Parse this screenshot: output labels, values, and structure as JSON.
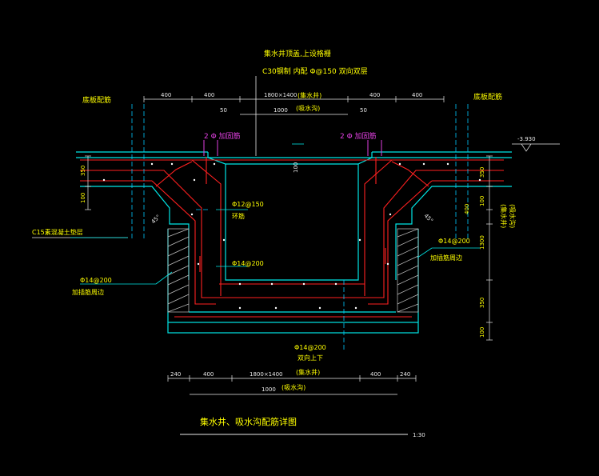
{
  "drawing": {
    "title": "集水井、吸水沟配筋详图",
    "scale": "1:30",
    "elevation": "-3.930",
    "notes": {
      "cover_title": "集水井顶盖,上设格栅",
      "cover_spec": "C30钢制 内配 Φ@150 双向双层",
      "bottom_bar_left": "底板配筋",
      "bottom_bar_right": "底板配筋",
      "pit_top": "(集水井)",
      "trench_top": "(吸水沟)",
      "add_bar_left": "2 Φ 加固筋",
      "add_bar_right": "2 Φ 加固筋",
      "rebar_12": "Φ12@150",
      "ring": "环筋",
      "rebar_14_mid": "Φ14@200",
      "c15": "C15素混凝土垫层",
      "rebar_14_left": "Φ14@200",
      "add_around_left": "加插筋周边",
      "rebar_14_right": "Φ14@200",
      "add_around_right": "加插筋周边",
      "rebar_bottom": "Φ14@200",
      "both_way": "双向上下",
      "pit_bottom": "(集水井)",
      "trench_bottom": "(吸水沟)",
      "pit_right_v": "(集水井)",
      "trench_right_v": "(吸水沟)",
      "angle_left": "45°",
      "angle_right": "45°"
    },
    "top_dims": {
      "d1": "400",
      "d2": "400",
      "d3": "1800×1400",
      "d4": "400",
      "d5": "400",
      "d6": "1000",
      "d7": "50",
      "d8": "50",
      "d9": "100"
    },
    "bottom_dims": {
      "d1": "240",
      "d2": "400",
      "d3": "1800×1400",
      "d4": "400",
      "d5": "240",
      "d6": "1000"
    },
    "left_dims": {
      "d1": "350",
      "d2": "100"
    },
    "right_dims": {
      "d1": "350",
      "d2": "400",
      "d3": "100",
      "d4": "1300",
      "d5": "350",
      "d6": "100"
    },
    "colors": {
      "concrete": "#00e5e5",
      "rebar": "#ff2020",
      "hatch": "#c0c0c0",
      "text": "#ffff00",
      "dim": "#e8e8e8",
      "callout": "#e040e0",
      "center": "#00c8ff"
    }
  }
}
